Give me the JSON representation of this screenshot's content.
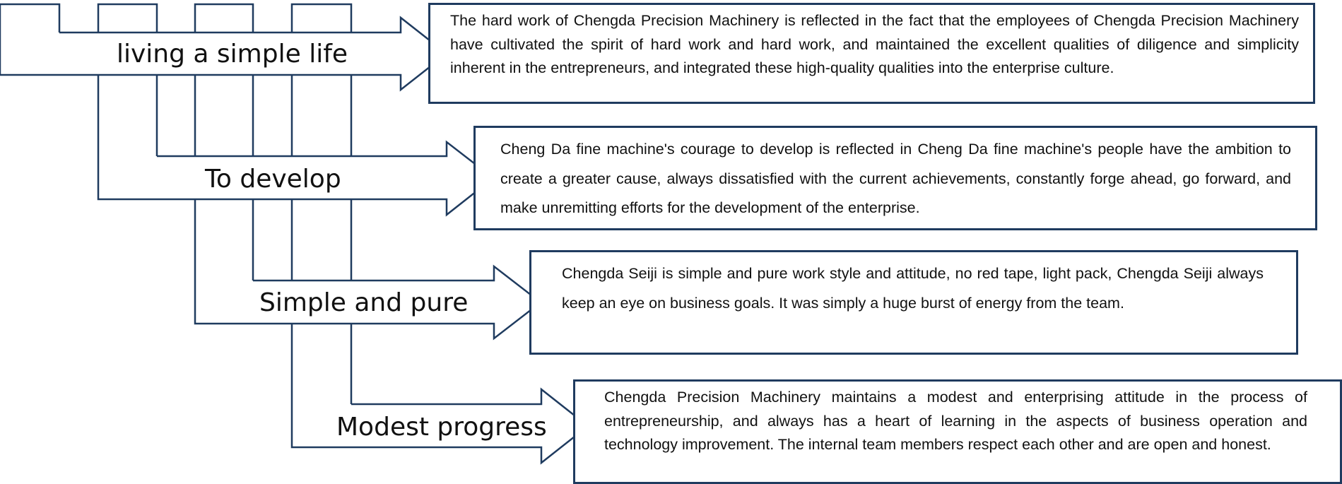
{
  "colors": {
    "stroke": "#1f3b5f",
    "text": "#111111",
    "background": "#ffffff"
  },
  "items": [
    {
      "label": "living a simple life",
      "description": "The hard work of Chengda Precision Machinery is reflected in the fact that the employees of Chengda Precision Machinery have cultivated the spirit of hard work and hard work, and maintained the excellent qualities of diligence and simplicity inherent in the entrepreneurs, and integrated these high-quality qualities into the enterprise culture."
    },
    {
      "label": "To develop",
      "description": "Cheng Da fine machine's courage to develop is reflected in Cheng Da fine machine's people have the ambition to create a greater cause, always dissatisfied with the current achievements, constantly forge ahead, go forward, and make unremitting efforts for the development of the enterprise."
    },
    {
      "label": "Simple and pure",
      "description": "Chengda Seiji is simple and pure work style and attitude, no red tape, light pack, Chengda Seiji always keep an eye on business goals. It was simply a huge burst of energy from the team."
    },
    {
      "label": "Modest progress",
      "description": "Chengda Precision Machinery maintains a modest and enterprising attitude in the process of entrepreneurship, and always has a heart of learning in the aspects of business operation and technology improvement. The internal team members respect each other and are open and honest."
    }
  ]
}
